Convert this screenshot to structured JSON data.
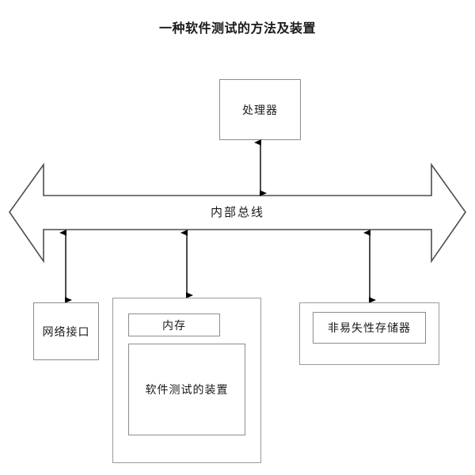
{
  "diagram": {
    "title": "一种软件测试的方法及装置",
    "bus": {
      "label": "内部总线",
      "shape": "double-headed-horizontal-arrow",
      "stroke": "#4d4d4d"
    },
    "nodes": [
      {
        "id": "processor",
        "label": "处理器",
        "shape": "rectangle"
      },
      {
        "id": "network-interface",
        "label": "网络接口",
        "shape": "rectangle"
      },
      {
        "id": "memory",
        "label": "内存",
        "shape": "rectangle-in-container"
      },
      {
        "id": "software-test-apparatus",
        "label": "软件测试的装置",
        "shape": "rectangle-in-container"
      },
      {
        "id": "nonvolatile-storage",
        "label": "非易失性存储器",
        "shape": "rectangle-in-container"
      }
    ],
    "connectors": [
      {
        "id": "processor-bus",
        "from": "processor",
        "to": "bus",
        "style": "double-headed-vertical-arrow"
      },
      {
        "id": "bus-network-interface",
        "from": "bus",
        "to": "network-interface",
        "style": "double-headed-vertical-arrow"
      },
      {
        "id": "bus-memory",
        "from": "bus",
        "to": "memory",
        "style": "double-headed-vertical-arrow"
      },
      {
        "id": "bus-nonvolatile-storage",
        "from": "bus",
        "to": "nonvolatile-storage",
        "style": "double-headed-vertical-arrow"
      }
    ],
    "colors": {
      "background": "#ffffff",
      "box_border": "#8c8c8c",
      "container_border": "#9a9a9a",
      "text": "#1a1a1a",
      "arrow": "#000000"
    }
  }
}
